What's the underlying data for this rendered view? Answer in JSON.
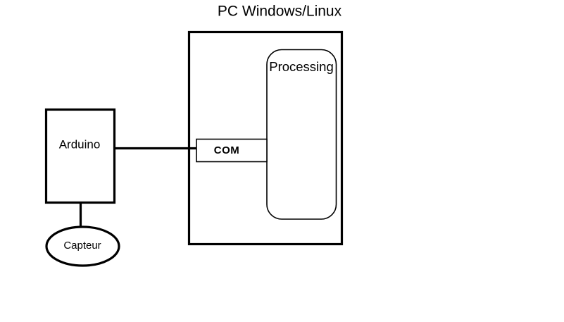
{
  "diagram": {
    "title": "PC  Windows/Linux",
    "nodes": {
      "pc_box": {
        "label": "PC  Windows/Linux",
        "shape": "rectangle"
      },
      "arduino": {
        "label": "Arduino",
        "shape": "rectangle"
      },
      "capteur": {
        "label": "Capteur",
        "shape": "ellipse"
      },
      "com": {
        "label": "COM",
        "shape": "rectangle"
      },
      "processing": {
        "label": "Processing",
        "shape": "rounded-rectangle"
      }
    },
    "edges": [
      {
        "from": "capteur",
        "to": "arduino",
        "style": "solid-line"
      },
      {
        "from": "arduino",
        "to": "com",
        "style": "solid-line"
      }
    ],
    "colors": {
      "stroke": "#000000",
      "background": "#ffffff",
      "text": "#000000"
    }
  }
}
